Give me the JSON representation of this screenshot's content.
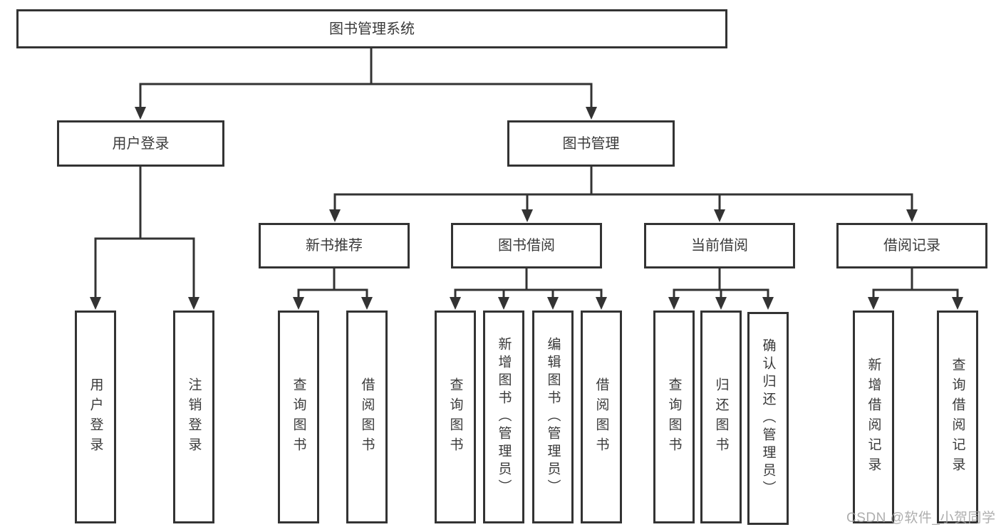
{
  "diagram": {
    "type": "hierarchy-tree",
    "root": {
      "label": "图书管理系统"
    },
    "level1": [
      {
        "label": "用户登录",
        "children": [
          {
            "label": "用户登录"
          },
          {
            "label": "注销登录"
          }
        ]
      },
      {
        "label": "图书管理",
        "children": [
          {
            "label": "新书推荐",
            "children": [
              {
                "label": "查询图书"
              },
              {
                "label": "借阅图书"
              }
            ]
          },
          {
            "label": "图书借阅",
            "children": [
              {
                "label": "查询图书"
              },
              {
                "label": "新增图书（管理员）"
              },
              {
                "label": "编辑图书（管理员）"
              },
              {
                "label": "借阅图书"
              }
            ]
          },
          {
            "label": "当前借阅",
            "children": [
              {
                "label": "查询图书"
              },
              {
                "label": "归还图书"
              },
              {
                "label": "确认归还（管理员）"
              }
            ]
          },
          {
            "label": "借阅记录",
            "children": [
              {
                "label": "新增借阅记录"
              },
              {
                "label": "查询借阅记录"
              }
            ]
          }
        ]
      }
    ]
  },
  "watermark": {
    "text": "CSDN @软件_小贺同学"
  },
  "colors": {
    "line": "#333333",
    "box_border": "#333333",
    "text": "#3a3a3a",
    "background": "#ffffff",
    "watermark": "#a0a0a0"
  }
}
